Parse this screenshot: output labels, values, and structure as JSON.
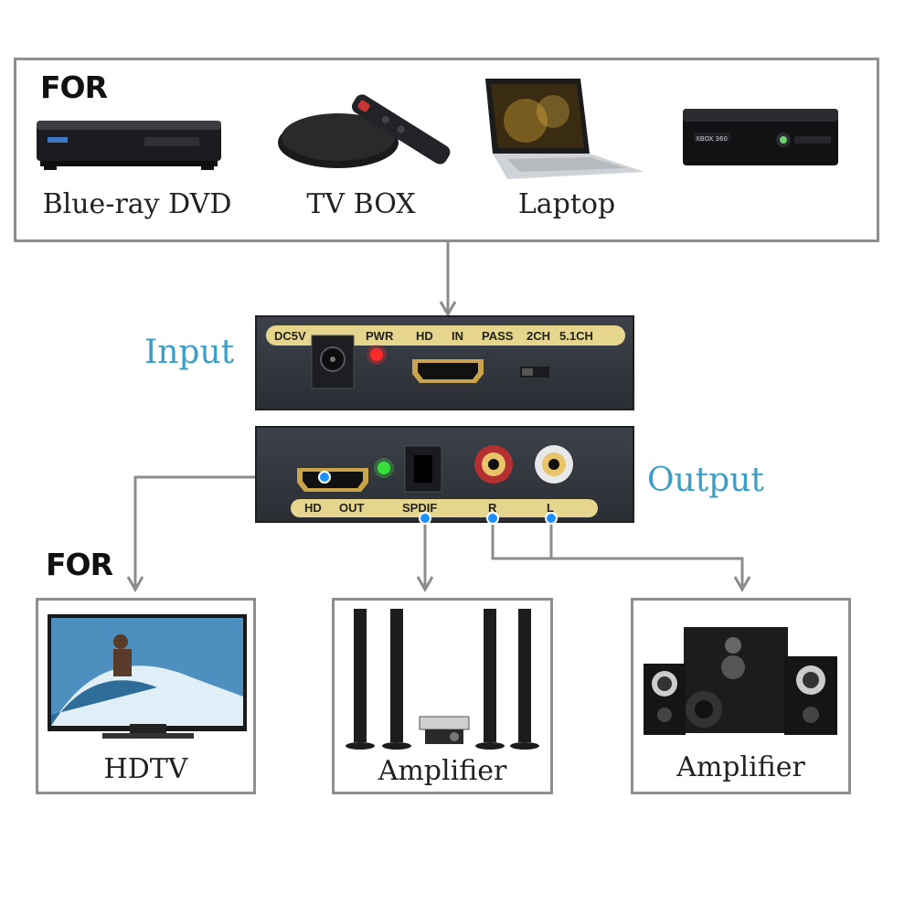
{
  "top_box": {
    "for_label": "FOR",
    "devices": [
      {
        "name": "Blue-ray DVD",
        "icon": "bluray-player-icon"
      },
      {
        "name": "TV BOX",
        "icon": "tv-box-icon"
      },
      {
        "name": "Laptop",
        "icon": "laptop-icon"
      },
      {
        "name": "",
        "icon": "game-console-icon",
        "console_text": "XBOX 360"
      }
    ]
  },
  "input_panel": {
    "side_label": "Input",
    "ports": {
      "dc": "DC5V",
      "pwr": "PWR",
      "hd": "HD",
      "in": "IN",
      "pass": "PASS",
      "ch2": "2CH",
      "ch51": "5.1CH"
    }
  },
  "output_panel": {
    "side_label": "Output",
    "ports": {
      "hd": "HD",
      "out": "OUT",
      "spdif": "SPDIF",
      "r": "R",
      "l": "L"
    }
  },
  "bottom": {
    "for_label": "FOR",
    "targets": [
      {
        "name": "HDTV",
        "icon": "hdtv-icon"
      },
      {
        "name": "Amplifier",
        "icon": "tower-speakers-icon"
      },
      {
        "name": "Amplifier",
        "icon": "bookshelf-speakers-icon"
      }
    ]
  },
  "colors": {
    "frame": "#8e8e8e",
    "arrow": "#8c8c8c",
    "label_blue": "#3a9fc9",
    "strip": "#e6d58c",
    "dot_blue": "#1e90ff",
    "led_red": "#ff2a2a",
    "led_green": "#39e03c"
  }
}
